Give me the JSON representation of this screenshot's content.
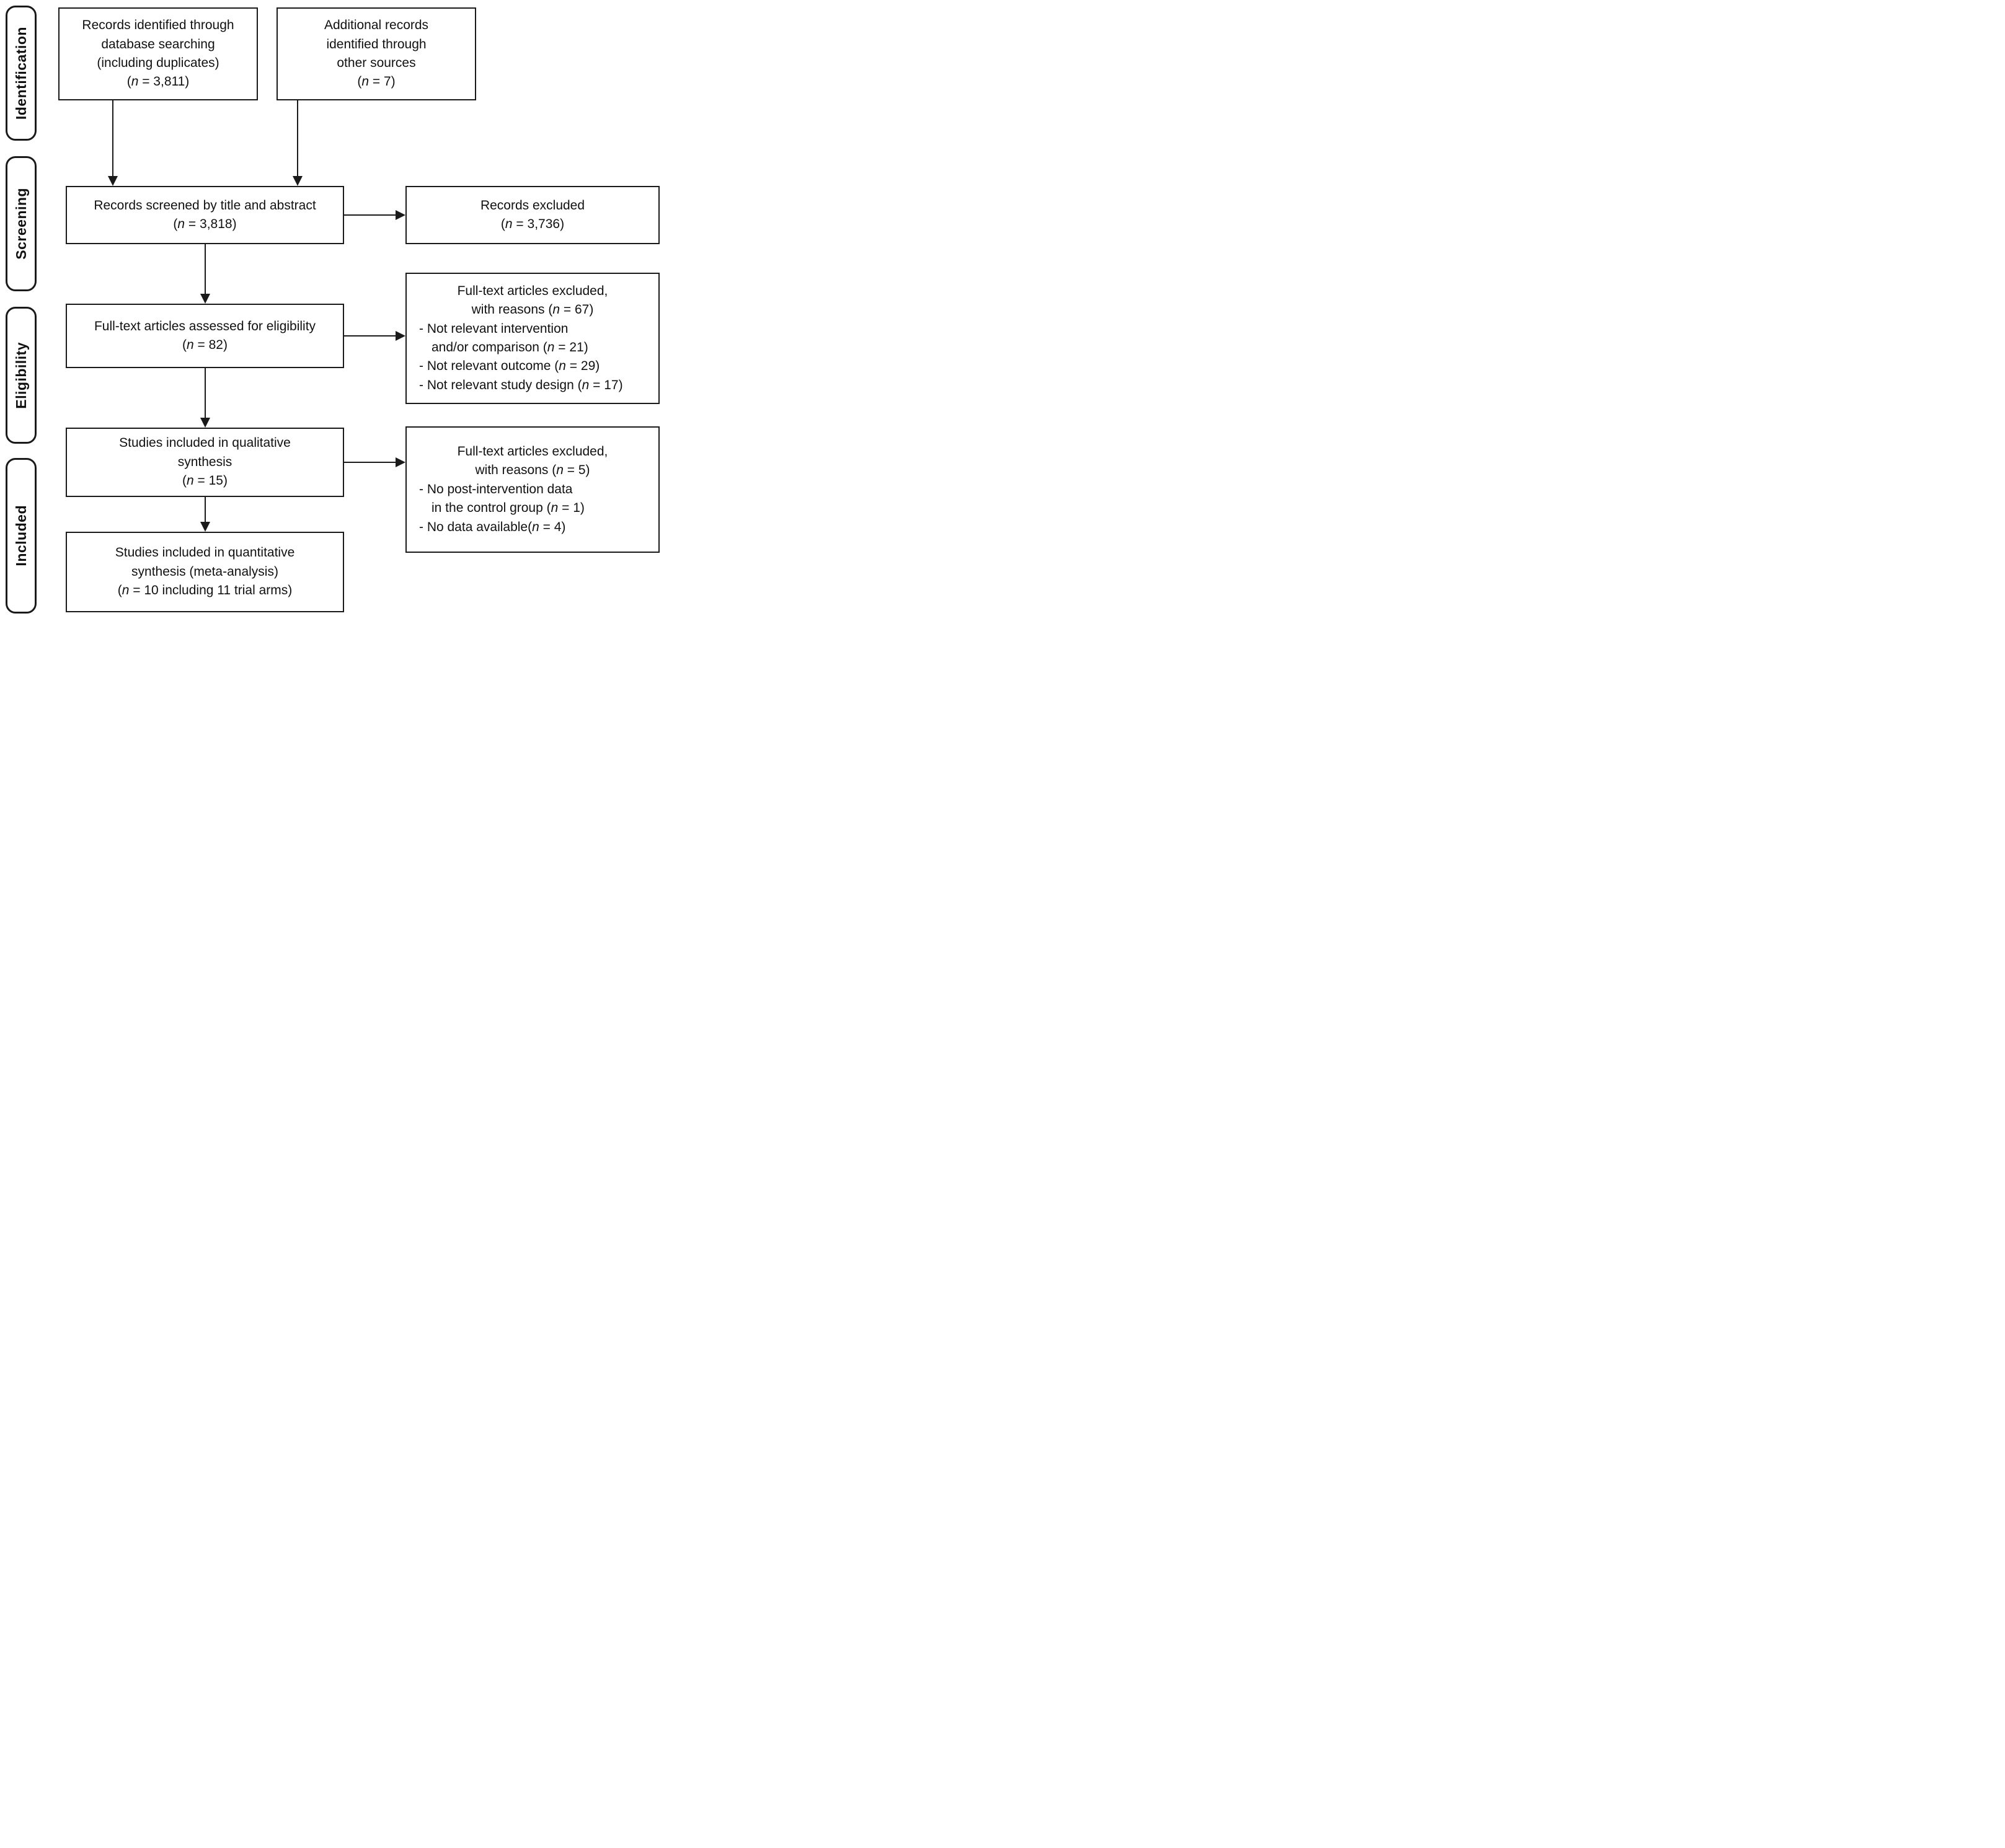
{
  "diagram": {
    "type": "prisma-flow-diagram",
    "stages": [
      "Identification",
      "Screening",
      "Eligibility",
      "Included"
    ],
    "colors": {
      "border": "#1a1a1a",
      "text": "#111111",
      "background": "#ffffff"
    },
    "boxes": {
      "identified": {
        "lines": [
          "Records identified through",
          "database searching",
          "(including duplicates)",
          "(n = 3,811)"
        ]
      },
      "additional": {
        "lines": [
          "Additional records",
          "identified through",
          "other sources",
          "(n = 7)"
        ]
      },
      "screened": {
        "lines": [
          "Records screened by title and abstract",
          "(n = 3,818)"
        ]
      },
      "records_excluded": {
        "lines": [
          "Records excluded",
          "(n = 3,736)"
        ]
      },
      "fulltext_assessed": {
        "lines": [
          "Full-text articles assessed for eligibility",
          "(n = 82)"
        ]
      },
      "fulltext_excluded_67": {
        "header": [
          "Full-text articles excluded,",
          "with reasons (n = 67)"
        ],
        "reasons": [
          "- Not relevant intervention",
          "and/or comparison (n = 21)",
          "- Not relevant outcome (n = 29)",
          "- Not relevant study design (n = 17)"
        ]
      },
      "qualitative": {
        "lines": [
          "Studies included in qualitative",
          "synthesis",
          "(n = 15)"
        ]
      },
      "fulltext_excluded_5": {
        "header": [
          "Full-text articles excluded,",
          "with reasons (n = 5)"
        ],
        "reasons": [
          "- No post-intervention data",
          "in the control group (n = 1)",
          "- No data available(n = 4)"
        ]
      },
      "quantitative": {
        "lines": [
          "Studies included in quantitative",
          "synthesis (meta-analysis)",
          "(n = 10 including 11 trial arms)"
        ]
      }
    }
  }
}
